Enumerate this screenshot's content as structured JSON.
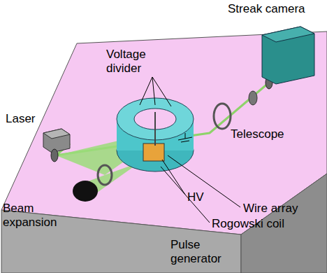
{
  "diagram": {
    "labels": [
      "Streak camera",
      "Laser",
      "Voltage divider",
      "Telescope",
      "Beam expansion",
      "HV",
      "Wire array",
      "Rogowski coil",
      "Pulse generator"
    ]
  }
}
